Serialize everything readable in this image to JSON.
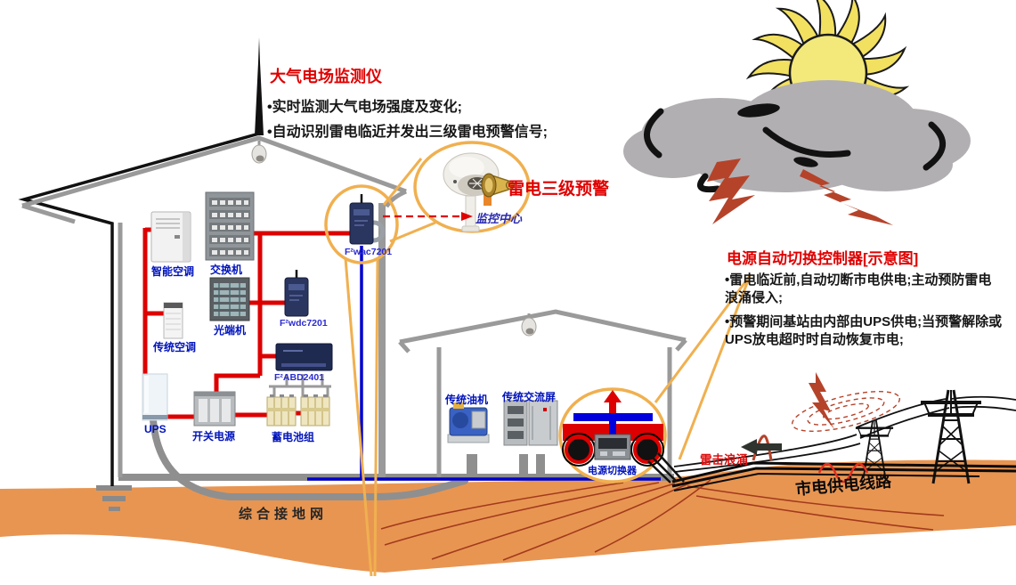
{
  "colors": {
    "accent_red": "#e00000",
    "line_red": "#dd0000",
    "line_blue": "#0000cc",
    "label_blue": "#0013bb",
    "callout_orange": "#f0b050",
    "ground_orange": "#e89552"
  },
  "monitor_callout": {
    "title": "大气电场监测仪",
    "bullet1": "•实时监测大气电场强度及变化;",
    "bullet2": "•自动识别雷电临近并发出三级雷电预警信号;"
  },
  "warning": {
    "label": "雷电三级预警",
    "monitor_center": "监控中心"
  },
  "controller_callout": {
    "title": "电源自动切换控制器[示意图]",
    "bullet1": "•雷电临近前,自动切断市电供电;主动预防雷电浪涌侵入;",
    "bullet2": "•预警期间基站由内部由UPS供电;当预警解除或UPS放电超时时自动恢复市电;"
  },
  "ground": {
    "ground_net_label": "综合接地网",
    "surge_label": "雷击浪涌",
    "mains_label": "市电供电线路"
  },
  "equipment": {
    "smart_ac": "智能空调",
    "switch": "交换机",
    "trad_ac": "传统空调",
    "optical_terminal": "光端机",
    "ups": "UPS",
    "switch_power": "开关电源",
    "battery_bank": "蓄电池组",
    "wac_device": "F²wac7201",
    "wdc_device": "F²wdc7201",
    "abd_device": "F²ABD2401",
    "oil_engine": "传统油机",
    "ac_panel": "传统交流屏",
    "power_switcher": "电源切换器"
  }
}
